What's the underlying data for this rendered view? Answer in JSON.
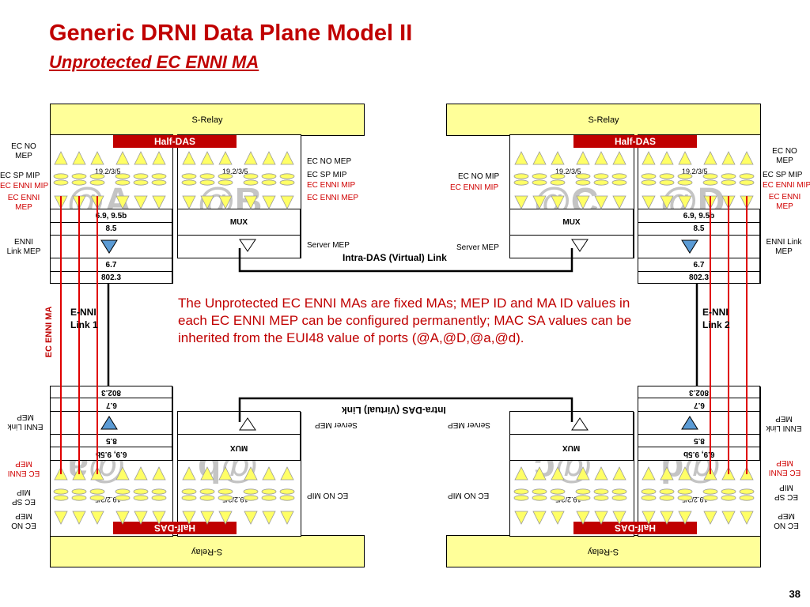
{
  "title": "Generic DRNI Data Plane Model II",
  "subtitle": "Unprotected EC ENNI MA",
  "page_number": "38",
  "colors": {
    "red": "#c00000",
    "relay": "#ffff99",
    "shape_fill": "#ffff66",
    "mep_fill": "#5b9bd5"
  },
  "s_relay": "S-Relay",
  "half_das": "Half-DAS",
  "port_label": "19.2/3/5",
  "cells": {
    "a": "6.9, 9.5b",
    "b": "8.5",
    "c": "6.7",
    "d": "802.3",
    "mux": "MUX"
  },
  "ports": {
    "A": "@A",
    "B": "@B",
    "C": "@C",
    "D": "@D",
    "a": "@a",
    "b": "@b",
    "c": "@c",
    "d": "@d"
  },
  "labels": {
    "ec_no_mep": "EC NO MEP",
    "ec_no_mep_split": "EC NO\nMEP",
    "ec_sp_mip": "EC SP MIP",
    "ec_sp_mip_split": "EC SP\nMIP",
    "ec_enni_mip": "EC ENNI MIP",
    "ec_enni_mep": "EC ENNI MEP",
    "ec_enni_mep_split": "EC ENNI\nMEP",
    "ec_no_mip": "EC NO MIP",
    "enni_link_mep": "ENNI\nLink MEP",
    "enni_link_mep_right": "ENNI Link\nMEP",
    "server_mep": "Server MEP",
    "intra_das_link": "Intra-DAS (Virtual) Link",
    "enni_link1": "E-NNI\nLink 1",
    "enni_link2": "E-NNI\nLink 2",
    "ec_enni_ma": "EC ENNI MA"
  },
  "note": "The Unprotected EC ENNI MAs are fixed MAs; MEP ID and MA ID values in each EC ENNI MEP can be configured permanently; MAC SA values can be inherited from the EUI48 value of ports (@A,@D,@a,@d)."
}
